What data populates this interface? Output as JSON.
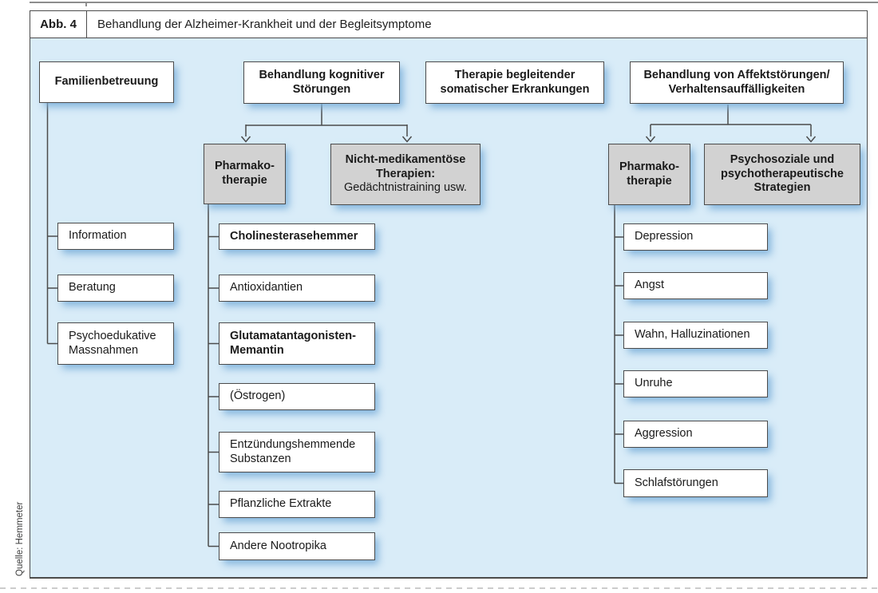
{
  "page": {
    "figure_label": "Abb. 4",
    "figure_title": "Behandlung der Alzheimer-Krankheit und der Begleitsymptome",
    "source_credit": "Quelle: Hemmeter"
  },
  "colors": {
    "canvas_blue": "#d9ecf8",
    "node_gray": "#d2d2d2",
    "border_gray": "#4b4b4b",
    "shadow_blue": "#80b2db"
  },
  "columns": {
    "family": {
      "title": "Familienbetreuung",
      "items": [
        "Information",
        "Beratung",
        "Psychoedukative Massnahmen"
      ]
    },
    "cognitive": {
      "title": "Behandlung kognitiver\nStörungen",
      "pharma_title": "Pharmako-\ntherapie",
      "nonmed_title": "Nicht-medikamentöse\nTherapien:",
      "nonmed_sub": "Gedächtnistraining usw.",
      "items": [
        "Cholinesterasehemmer",
        "Antioxidantien",
        "Glutamatantagonisten-\nMemantin",
        "(Östrogen)",
        "Entzündungshemmende Substanzen",
        "Pflanzliche Extrakte",
        "Andere Nootropika"
      ]
    },
    "somatic": {
      "title": "Therapie begleitender\nsomatischer Erkrankungen"
    },
    "affect": {
      "title": "Behandlung von Affektstörungen/\nVerhaltensauffälligkeiten",
      "pharma_title": "Pharmako-\ntherapie",
      "psycho_title": "Psychosoziale und\npsychotherapeutische\nStrategien",
      "items": [
        "Depression",
        "Angst",
        "Wahn, Halluzinationen",
        "Unruhe",
        "Aggression",
        "Schlafstörungen"
      ]
    }
  }
}
